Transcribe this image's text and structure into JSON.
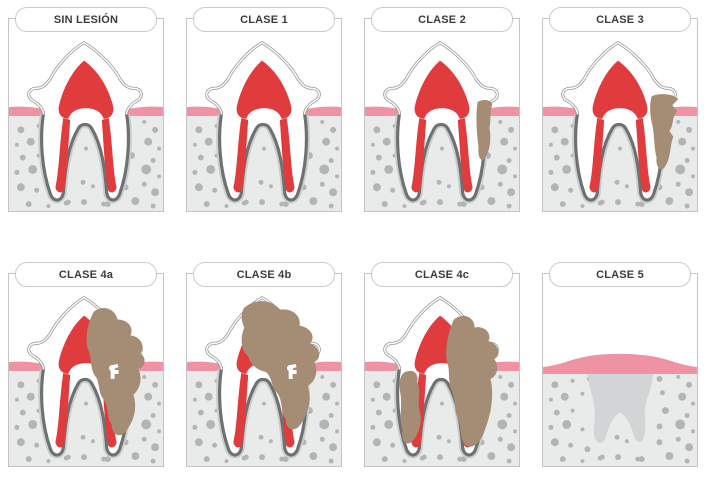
{
  "diagram": {
    "panels": [
      {
        "label": "SIN LESIÓN",
        "variant": "healthy"
      },
      {
        "label": "CLASE 1",
        "variant": "class1"
      },
      {
        "label": "CLASE 2",
        "variant": "class2"
      },
      {
        "label": "CLASE 3",
        "variant": "class3"
      },
      {
        "label": "CLASE 4a",
        "variant": "class4a"
      },
      {
        "label": "CLASE 4b",
        "variant": "class4b"
      },
      {
        "label": "CLASE 4c",
        "variant": "class4c"
      },
      {
        "label": "CLASE 5",
        "variant": "class5"
      }
    ],
    "colors": {
      "pulp": "#e03b3d",
      "gum": "#ee92a4",
      "bone": "#e9eaea",
      "bone_speckle": "#b2b4b5",
      "lesion": "#a58c74",
      "crown_outline": "#909293",
      "root_outline": "#6e7172",
      "root_halo": "#cbcdcd",
      "ghost_tooth": "#d2d4d5",
      "panel_border": "#c2c4c5",
      "label_text": "#3c3c3c"
    }
  }
}
